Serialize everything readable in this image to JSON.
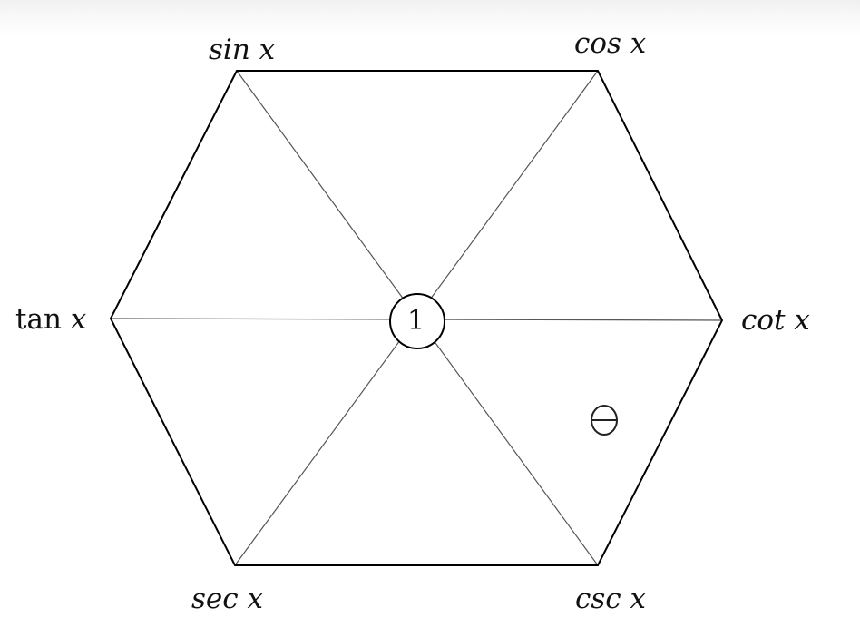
{
  "diagram": {
    "vertices": {
      "top_left": {
        "fn": "sin",
        "var": "x"
      },
      "top_right": {
        "fn": "cos",
        "var": "x"
      },
      "left": {
        "fn": "tan",
        "var": "x"
      },
      "right": {
        "fn": "cot",
        "var": "x"
      },
      "bottom_left": {
        "fn": "sec",
        "var": "x"
      },
      "bottom_right": {
        "fn": "csc",
        "var": "x"
      }
    },
    "center_label": "1"
  },
  "colors": {
    "outline": "#000000",
    "spokes": "#555555",
    "text": "#111111"
  }
}
